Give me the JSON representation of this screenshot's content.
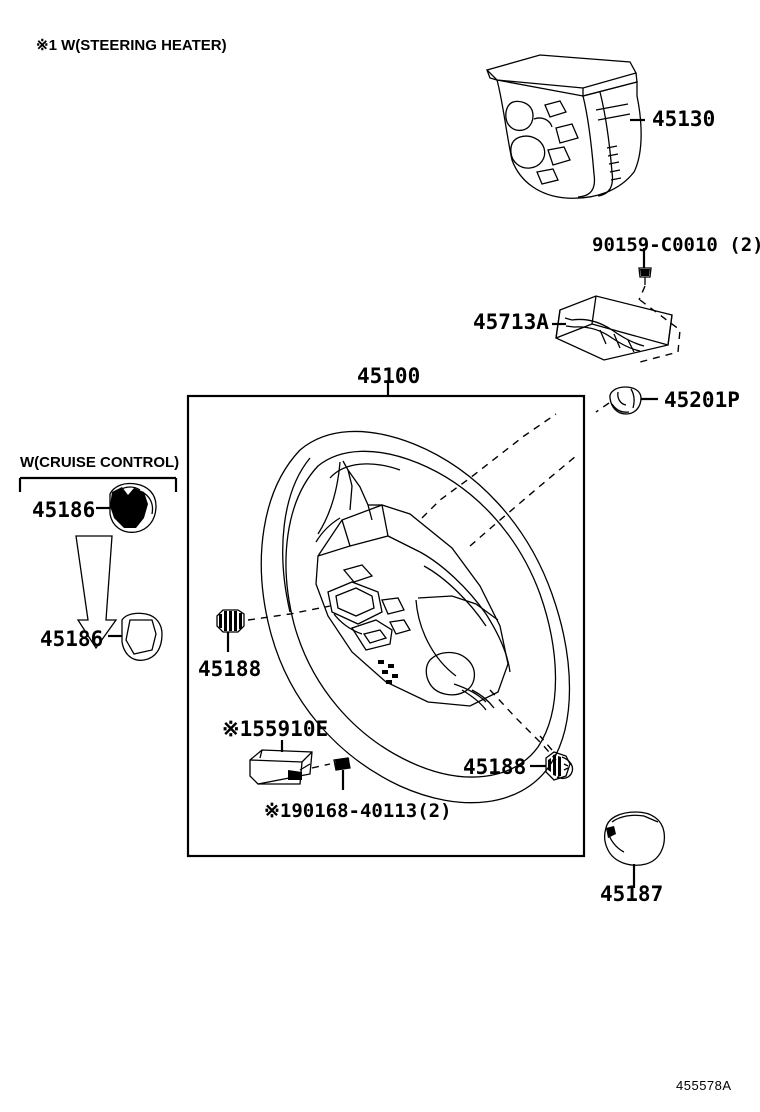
{
  "diagram": {
    "title_note": "※1 W(STEERING HEATER)",
    "group_note": "W(CRUISE CONTROL)",
    "reference_code": "455578A",
    "main_assembly_label": "45100"
  },
  "parts": {
    "switch_assy": "45130",
    "screw_upper": "90159-C0010 (2)",
    "lower_cover": "45713A",
    "grommet": "45201P",
    "cruise_switch_upper": "45186",
    "cruise_switch_lower": "45186",
    "bolt_left": "45188",
    "bolt_right": "45188",
    "ecu_prefix": "※1",
    "ecu_number": "55910E",
    "ecu_screw_prefix": "※1",
    "ecu_screw_number": "90168-40113(2)",
    "cap": "45187"
  }
}
